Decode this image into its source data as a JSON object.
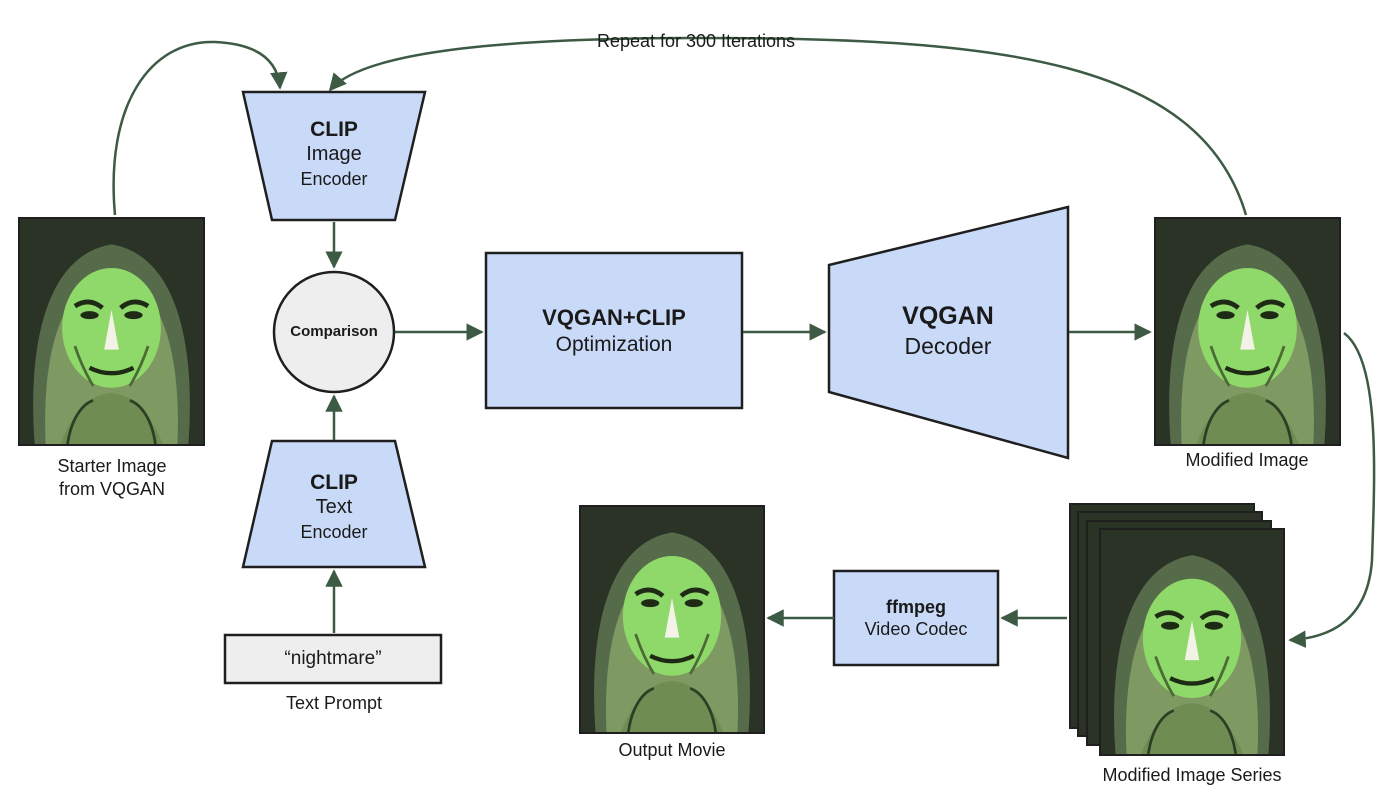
{
  "colors": {
    "box_fill": "#c9daf8",
    "box_stroke": "#1f1f1f",
    "arrow": "#3d5a45",
    "circle_fill": "#eeeeee",
    "prompt_fill": "#eeeeee",
    "portrait_green": "#8fd86a"
  },
  "loop_label": "Repeat for 300 Iterations",
  "clip_image_encoder": {
    "title": "CLIP",
    "line1": "Image",
    "line2": "Encoder"
  },
  "clip_text_encoder": {
    "title": "CLIP",
    "line1": "Text",
    "line2": "Encoder"
  },
  "comparison": "Comparison",
  "optimization": {
    "title": "VQGAN+CLIP",
    "subtitle": "Optimization"
  },
  "decoder": {
    "title": "VQGAN",
    "subtitle": "Decoder"
  },
  "prompt": {
    "value": "“nightmare”",
    "caption": "Text Prompt"
  },
  "ffmpeg": {
    "title": "ffmpeg",
    "subtitle": "Video Codec"
  },
  "captions": {
    "starter_line1": "Starter Image",
    "starter_line2": "from VQGAN",
    "modified": "Modified Image",
    "series": "Modified Image Series",
    "output": "Output Movie"
  }
}
